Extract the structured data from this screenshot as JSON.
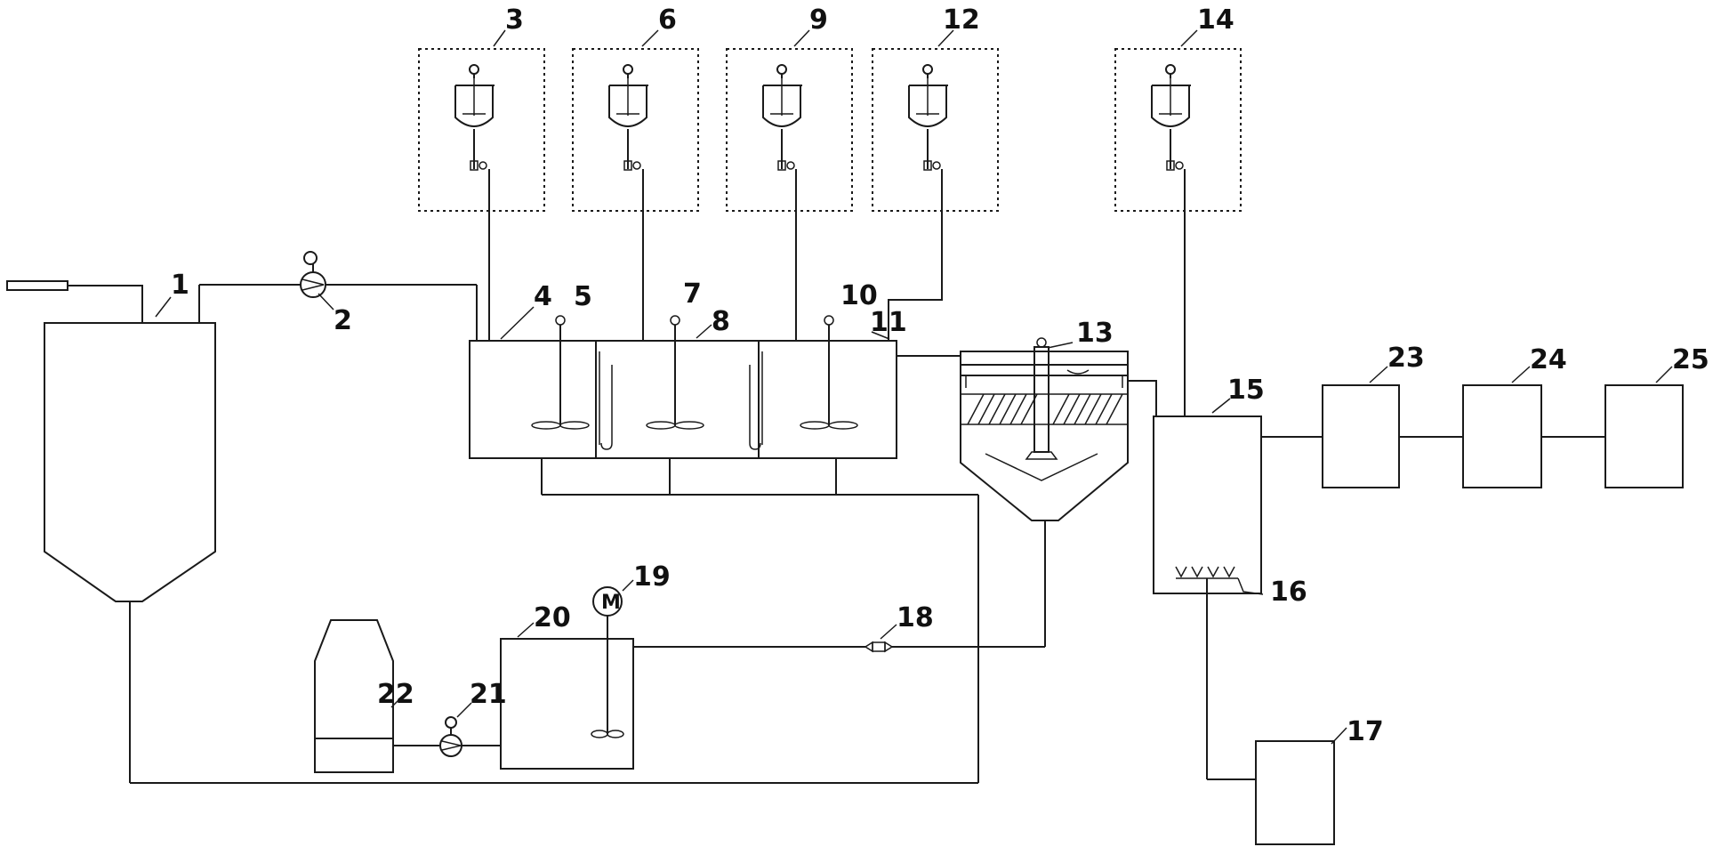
{
  "labels": {
    "n1": "1",
    "n2": "2",
    "n3": "3",
    "n4": "4",
    "n5": "5",
    "n6": "6",
    "n7": "7",
    "n8": "8",
    "n9": "9",
    "n10": "10",
    "n11": "11",
    "n12": "12",
    "n13": "13",
    "n14": "14",
    "n15": "15",
    "n16": "16",
    "n17": "17",
    "n18": "18",
    "n19": "19",
    "n20": "20",
    "n21": "21",
    "n22": "22",
    "n23": "23",
    "n24": "24",
    "n25": "25"
  },
  "motor_symbol": "M",
  "icons": {
    "tank": "tank-icon",
    "pump": "pump-icon",
    "reactor": "stirred-reactor-icon",
    "valve": "valve-icon",
    "motor": "motor-icon",
    "agitator": "agitator-icon",
    "sensor": "probe-icon"
  },
  "colors": {
    "stroke": "#1a1a1a",
    "background": "#ffffff"
  }
}
